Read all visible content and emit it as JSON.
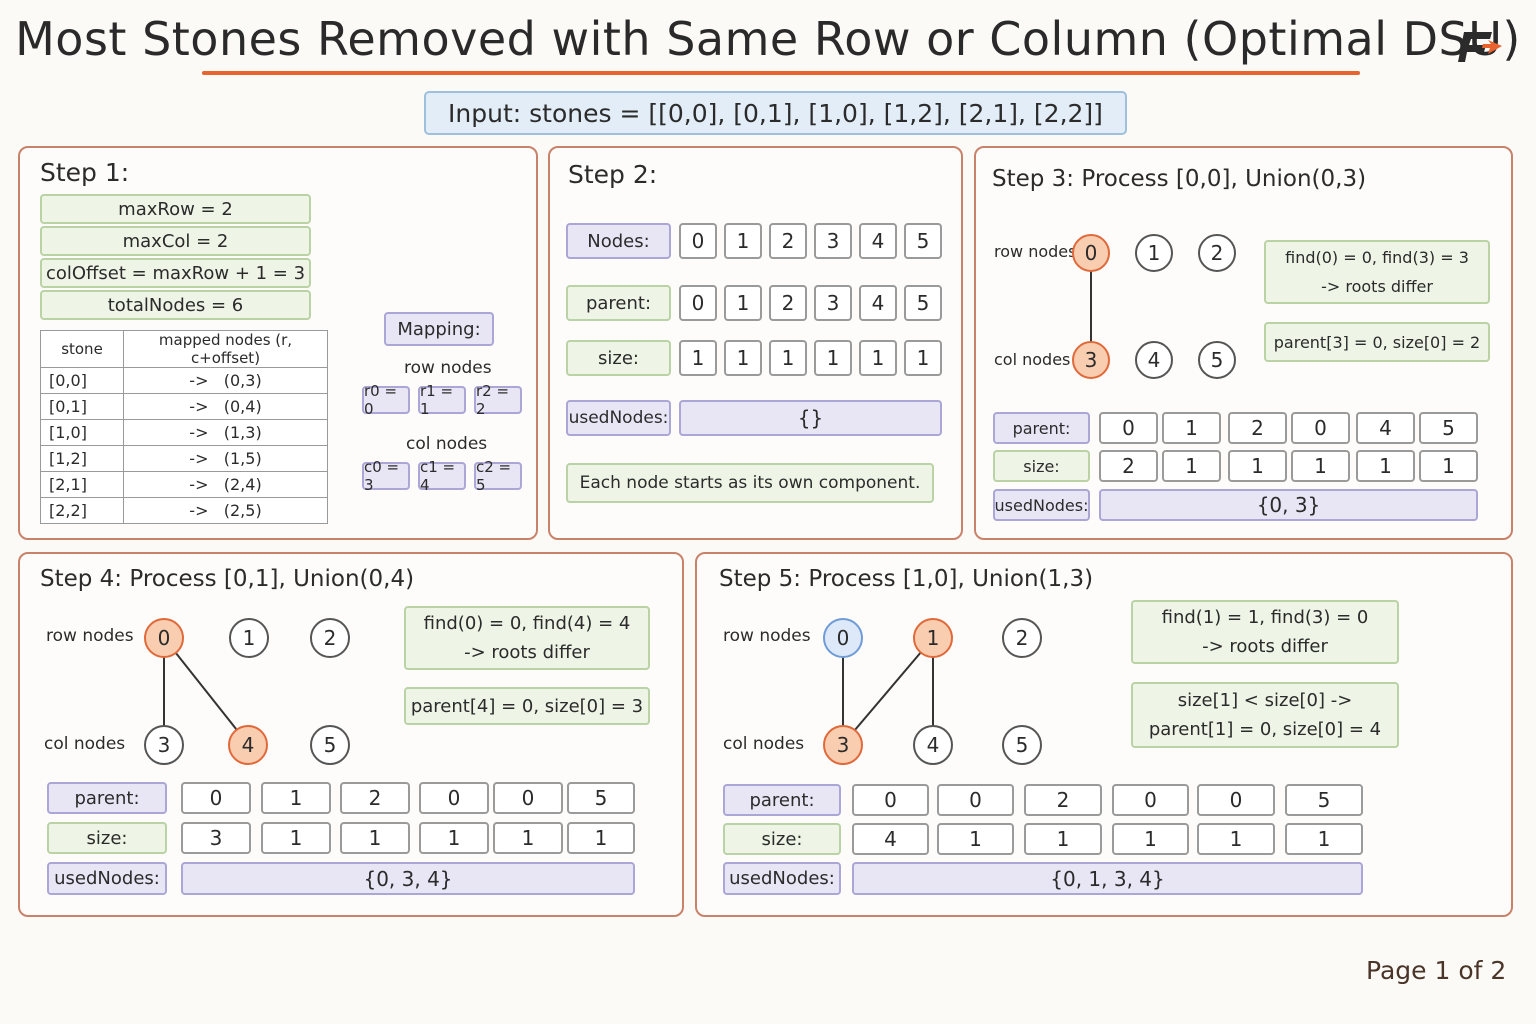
{
  "title": "Most Stones Removed with Same Row or Column (Optimal DSU)",
  "input": "Input: stones = [[0,0], [0,1], [1,0], [1,2], [2,1], [2,2]]",
  "page": "Page 1 of 2",
  "step1": {
    "title": "Step 1:",
    "lines": [
      "maxRow = 2",
      "maxCol = 2",
      "colOffset = maxRow + 1 = 3",
      "totalNodes = 6"
    ],
    "table_headers": [
      "stone",
      "mapped nodes (r, c+offset)"
    ],
    "rows": [
      {
        "stone": "[0,0]",
        "arrow": "->",
        "mapped": "(0,3)"
      },
      {
        "stone": "[0,1]",
        "arrow": "->",
        "mapped": "(0,4)"
      },
      {
        "stone": "[1,0]",
        "arrow": "->",
        "mapped": "(1,3)"
      },
      {
        "stone": "[1,2]",
        "arrow": "->",
        "mapped": "(1,5)"
      },
      {
        "stone": "[2,1]",
        "arrow": "->",
        "mapped": "(2,4)"
      },
      {
        "stone": "[2,2]",
        "arrow": "->",
        "mapped": "(2,5)"
      }
    ],
    "mapping_title": "Mapping:",
    "row_nodes_label": "row nodes",
    "row_nodes": [
      "r0 = 0",
      "r1 = 1",
      "r2 = 2"
    ],
    "col_nodes_label": "col nodes",
    "col_nodes": [
      "c0 = 3",
      "c1 = 4",
      "c2 = 5"
    ]
  },
  "step2": {
    "title": "Step 2:",
    "nodes_label": "Nodes:",
    "nodes": [
      "0",
      "1",
      "2",
      "3",
      "4",
      "5"
    ],
    "parent_label": "parent:",
    "parent": [
      "0",
      "1",
      "2",
      "3",
      "4",
      "5"
    ],
    "size_label": "size:",
    "size": [
      "1",
      "1",
      "1",
      "1",
      "1",
      "1"
    ],
    "used_label": "usedNodes:",
    "used": "{}",
    "note": "Each node starts as its own component."
  },
  "step3": {
    "title": "Step 3: Process [0,0], Union(0,3)",
    "row_label": "row nodes",
    "col_label": "col nodes",
    "row_nodes": [
      "0",
      "1",
      "2"
    ],
    "col_nodes": [
      "3",
      "4",
      "5"
    ],
    "info1": [
      "find(0) = 0, find(3) = 3",
      "-> roots differ"
    ],
    "info2": [
      "parent[3] = 0, size[0] = 2"
    ],
    "parent_label": "parent:",
    "parent": [
      "0",
      "1",
      "2",
      "0",
      "4",
      "5"
    ],
    "size_label": "size:",
    "size": [
      "2",
      "1",
      "1",
      "1",
      "1",
      "1"
    ],
    "used_label": "usedNodes:",
    "used": "{0, 3}"
  },
  "step4": {
    "title": "Step 4: Process [0,1], Union(0,4)",
    "row_label": "row nodes",
    "col_label": "col nodes",
    "row_nodes": [
      "0",
      "1",
      "2"
    ],
    "col_nodes": [
      "3",
      "4",
      "5"
    ],
    "info1": [
      "find(0) = 0, find(4) = 4",
      "-> roots differ"
    ],
    "info2": [
      "parent[4] = 0, size[0] = 3"
    ],
    "parent_label": "parent:",
    "parent": [
      "0",
      "1",
      "2",
      "0",
      "0",
      "5"
    ],
    "size_label": "size:",
    "size": [
      "3",
      "1",
      "1",
      "1",
      "1",
      "1"
    ],
    "used_label": "usedNodes:",
    "used": "{0, 3, 4}"
  },
  "step5": {
    "title": "Step 5: Process [1,0], Union(1,3)",
    "row_label": "row nodes",
    "col_label": "col nodes",
    "row_nodes": [
      "0",
      "1",
      "2"
    ],
    "col_nodes": [
      "3",
      "4",
      "5"
    ],
    "info1": [
      "find(1) = 1, find(3) = 0",
      "-> roots differ"
    ],
    "info2": [
      "size[1] < size[0] ->",
      "parent[1] = 0, size[0] = 4"
    ],
    "parent_label": "parent:",
    "parent": [
      "0",
      "0",
      "2",
      "0",
      "0",
      "5"
    ],
    "size_label": "size:",
    "size": [
      "4",
      "1",
      "1",
      "1",
      "1",
      "1"
    ],
    "used_label": "usedNodes:",
    "used": "{0, 1, 3, 4}"
  },
  "colors": {
    "accent": "#e8632d",
    "highlight_fill": "#f9cdb0",
    "blue_fill": "#dde9f8",
    "green_fill": "#eef4e6",
    "purple_fill": "#e8e6f5"
  }
}
